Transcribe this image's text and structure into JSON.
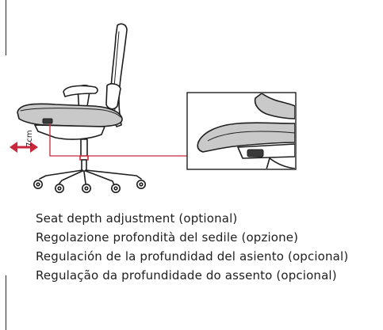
{
  "illustration": {
    "dimension_label": "7cm",
    "accent_color": "#c8283c",
    "line_color": "#1e1e1e",
    "seat_gray": "#c9c9c9"
  },
  "captions": [
    "Seat depth adjustment (optional)",
    "Regolazione profondità del sedile (opzione)",
    "Regulación de la profundidad del asiento (opcional)",
    "Regulação da profundidade do assento (opcional)"
  ]
}
